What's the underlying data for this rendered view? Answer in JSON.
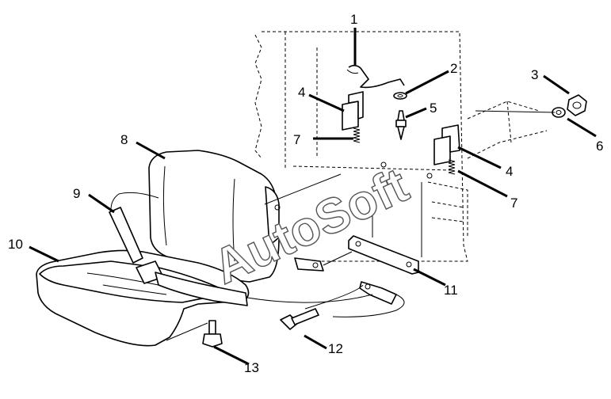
{
  "diagram": {
    "watermark": "AutoSoft",
    "callouts": {
      "c1": "1",
      "c2": "2",
      "c3": "3",
      "c4a": "4",
      "c4b": "4",
      "c5": "5",
      "c6": "6",
      "c7a": "7",
      "c7b": "7",
      "c8": "8",
      "c9": "9",
      "c10": "10",
      "c11": "11",
      "c12": "12",
      "c13": "13"
    }
  }
}
